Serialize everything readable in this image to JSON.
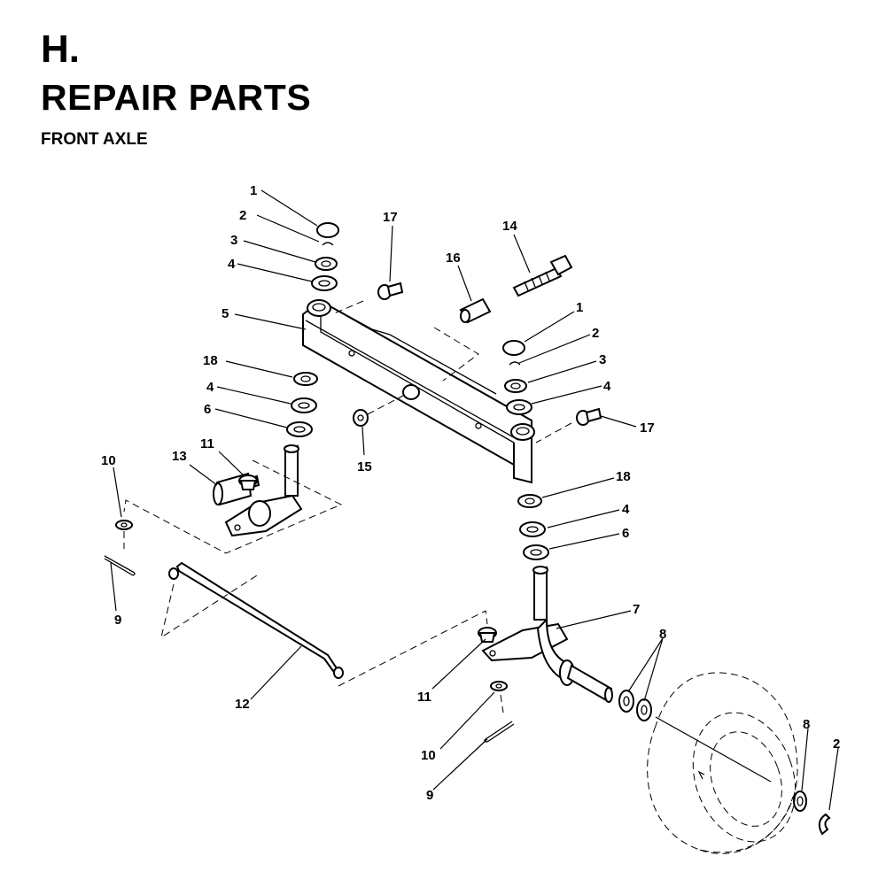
{
  "header": {
    "section": "H.",
    "title": "REPAIR PARTS",
    "subtitle": "FRONT AXLE"
  },
  "callouts": {
    "c1_left": "1",
    "c2_left": "2",
    "c3_left": "3",
    "c4_left": "4",
    "c5": "5",
    "c18_left": "18",
    "c4_left2": "4",
    "c6_left": "6",
    "c17_top": "17",
    "c16": "16",
    "c14": "14",
    "c1_right": "1",
    "c2_right": "2",
    "c3_right": "3",
    "c4_right": "4",
    "c17_right": "17",
    "c15": "15",
    "c10_left": "10",
    "c13": "13",
    "c11_left": "11",
    "c9_left": "9",
    "c18_right": "18",
    "c4_right2": "4",
    "c6_right": "6",
    "c7": "7",
    "c8_top": "8",
    "c12": "12",
    "c11_right": "11",
    "c10_right": "10",
    "c9_right": "9",
    "c8_right": "8",
    "c2_wheel": "2"
  }
}
